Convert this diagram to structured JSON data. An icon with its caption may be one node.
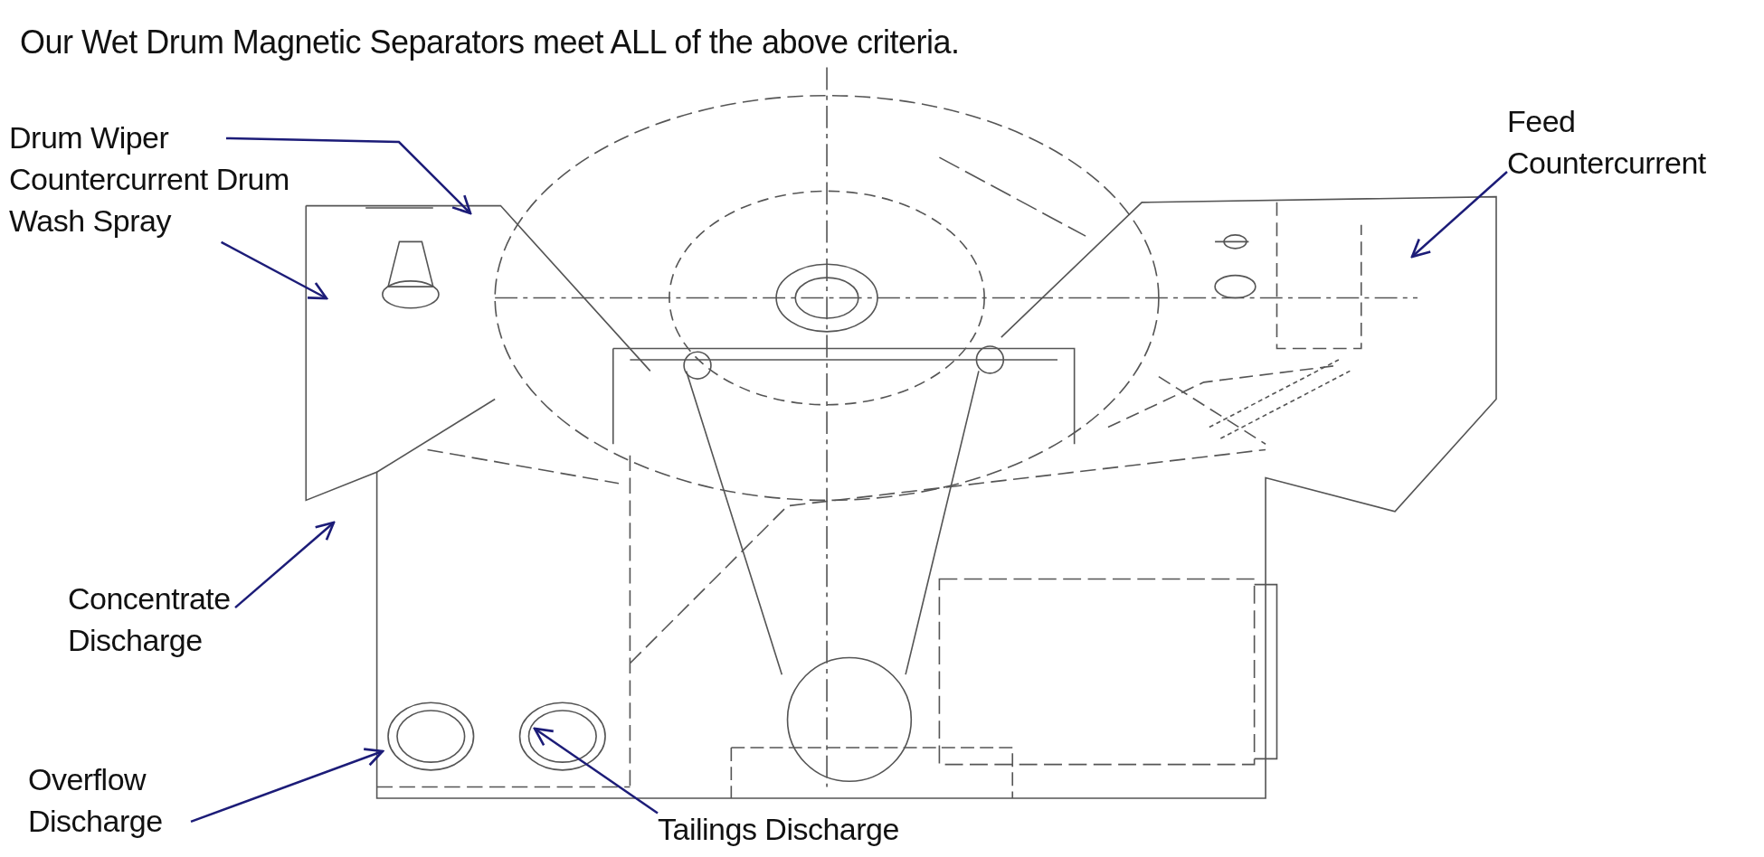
{
  "diagram": {
    "title": "Our Wet Drum Magnetic Separators meet ALL of the above criteria.",
    "nodes": [
      {
        "text": [
          "Drum Wiper"
        ]
      },
      {
        "text": [
          "Countercurrent Drum Wash Spray"
        ]
      },
      {
        "text": [
          "Feed Countercurrent"
        ]
      },
      {
        "text": [
          "Concentrate Discharge"
        ]
      },
      {
        "text": [
          "Overflow Discharge"
        ]
      },
      {
        "text": [
          "Tailings Discharge"
        ]
      }
    ],
    "edges": [
      {
        "from": 0,
        "to": null,
        "arrow": "to"
      },
      {
        "from": 1,
        "to": null,
        "arrow": "to"
      },
      {
        "from": 2,
        "to": null,
        "arrow": "to"
      },
      {
        "from": 3,
        "to": null,
        "arrow": "to"
      },
      {
        "from": 4,
        "to": null,
        "arrow": "to"
      },
      {
        "from": 5,
        "to": null,
        "arrow": "to"
      }
    ]
  }
}
